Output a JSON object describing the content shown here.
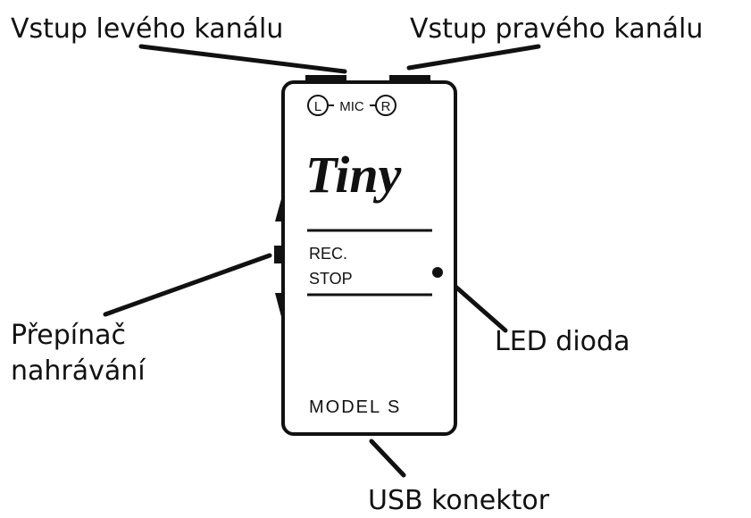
{
  "labels": {
    "left_input": "Vstup levého kanálu",
    "right_input": "Vstup pravého kanálu",
    "record_switch_line1": "Přepínač",
    "record_switch_line2": "nahrávání",
    "led": "LED dioda",
    "usb": "USB konektor"
  },
  "device": {
    "mic_left": "L",
    "mic_middle": "MIC",
    "mic_right": "R",
    "brand": "Tiny",
    "rec_line1": "REC.",
    "rec_line2": "STOP",
    "model": "MODEL S"
  },
  "colors": {
    "ink": "#111111",
    "background": "#ffffff"
  }
}
